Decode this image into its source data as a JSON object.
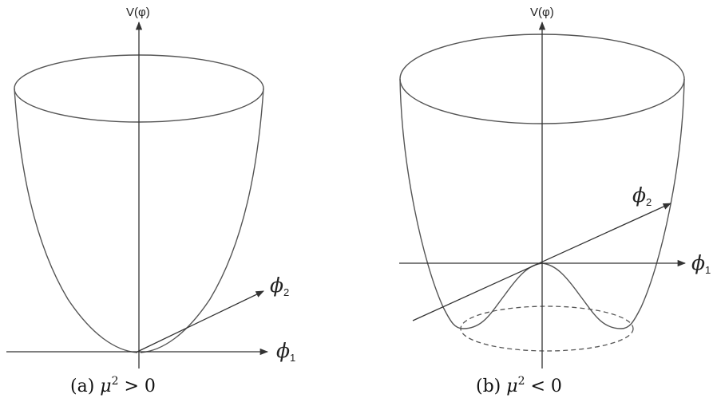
{
  "panel_a": {
    "v_label": "V(φ)",
    "phi1_symbol": "ϕ",
    "phi1_sub": "1",
    "phi2_symbol": "ϕ",
    "phi2_sub": "2",
    "caption_prefix": "(a) ",
    "caption_mu": "μ",
    "caption_sup": "2",
    "caption_rel": " > 0"
  },
  "panel_b": {
    "v_label": "V(φ)",
    "phi1_symbol": "ϕ",
    "phi1_sub": "1",
    "phi2_symbol": "ϕ",
    "phi2_sub": "2",
    "caption_prefix": "(b) ",
    "caption_mu": "μ",
    "caption_sup": "2",
    "caption_rel": " < 0"
  },
  "colors": {
    "curve": "#555555",
    "axis": "#333333",
    "background": "#ffffff"
  }
}
